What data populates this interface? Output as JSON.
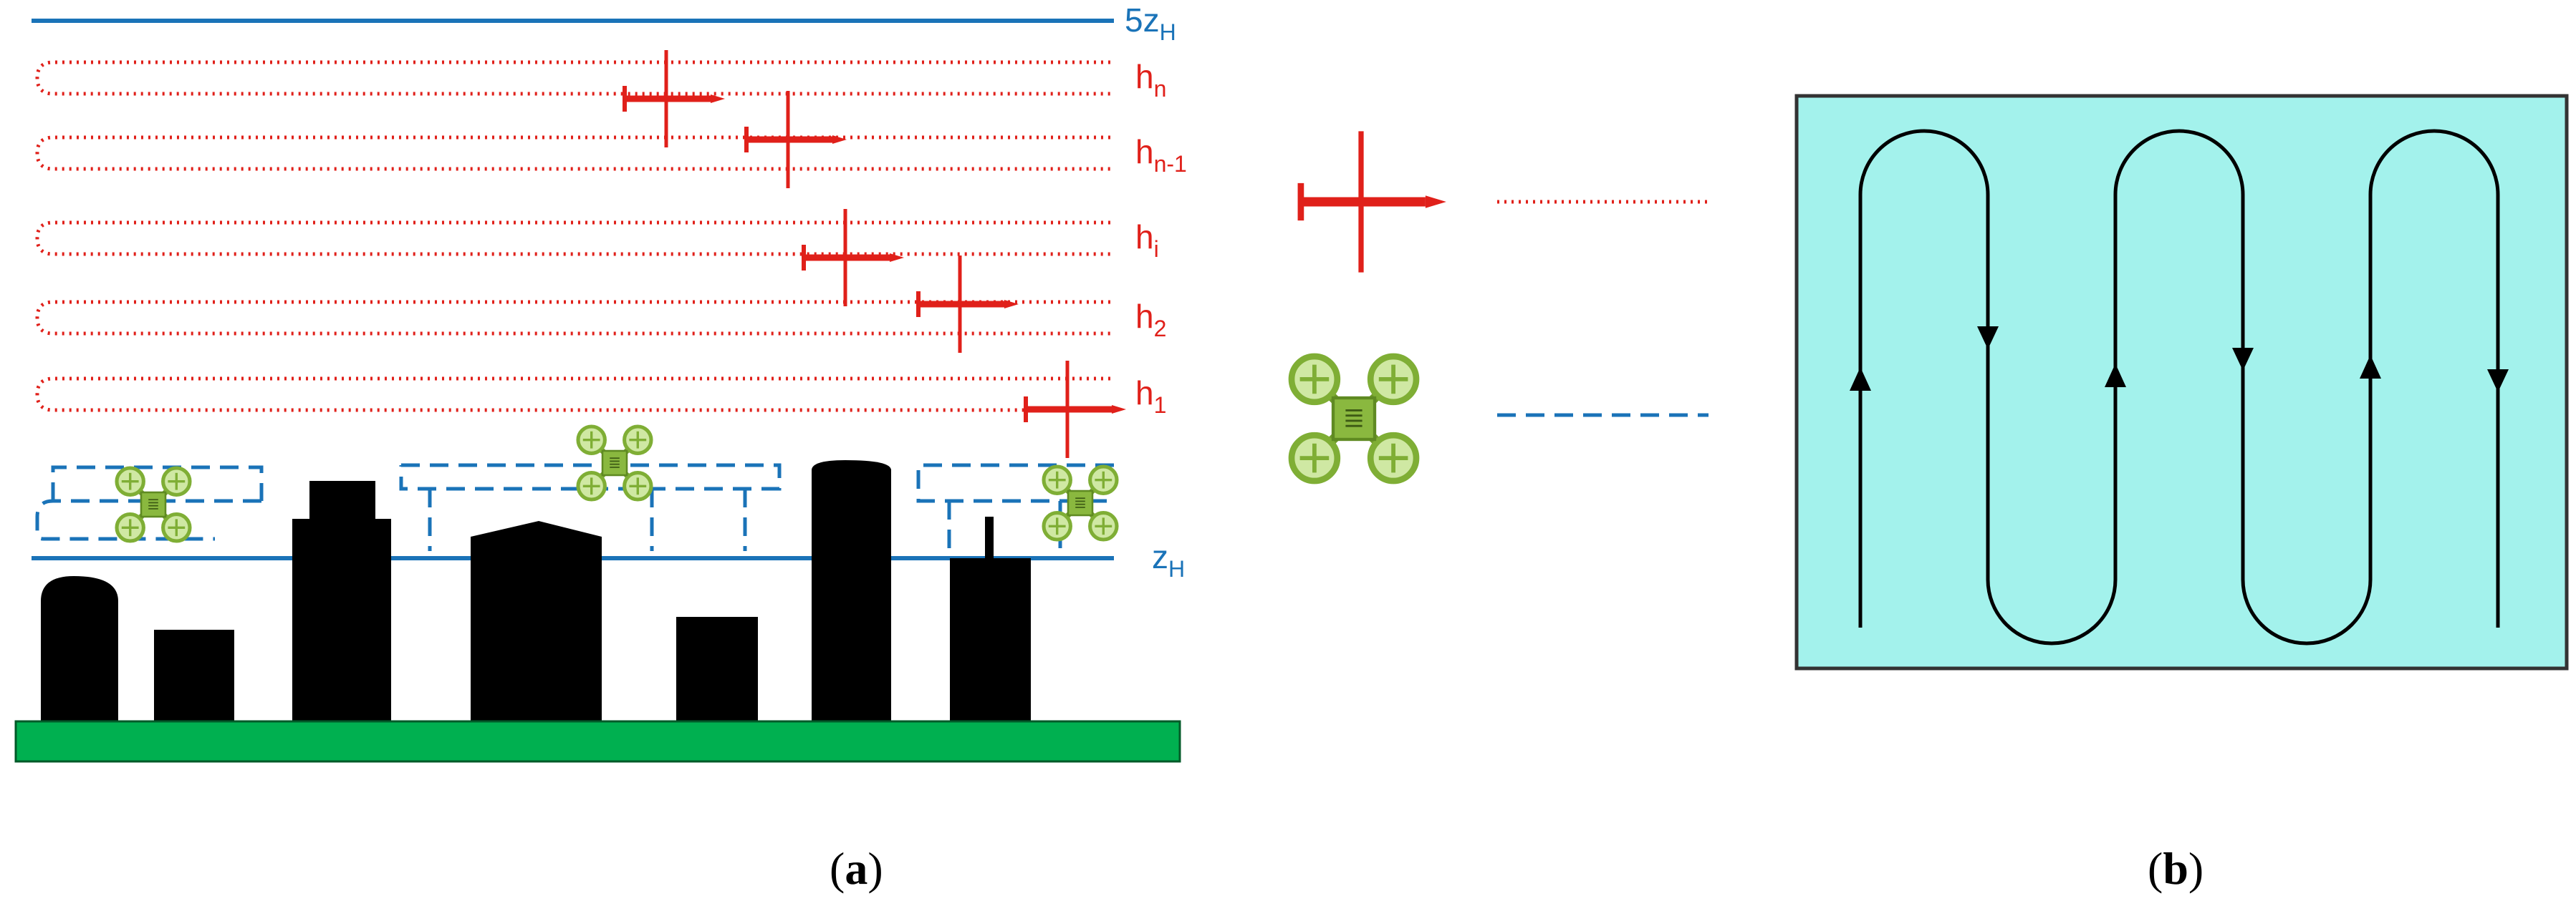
{
  "panel_a": {
    "label_open": "(",
    "label_letter": "a",
    "label_close": ")",
    "top_level": {
      "base": "5z",
      "sub": "H"
    },
    "bottom_level": {
      "base": "z",
      "sub": "H"
    },
    "flight_levels": [
      {
        "base": "h",
        "sub": "n"
      },
      {
        "base": "h",
        "sub": "n-1"
      },
      {
        "base": "h",
        "sub": "i"
      },
      {
        "base": "h",
        "sub": "2"
      },
      {
        "base": "h",
        "sub": "1"
      }
    ]
  },
  "panel_b": {
    "label_open": "(",
    "label_letter": "b",
    "label_close": ")"
  },
  "legend": [
    {
      "icon": "fixed-wing-aircraft-icon",
      "line_style": "dotted",
      "color": "#e0201a"
    },
    {
      "icon": "quadcopter-drone-icon",
      "line_style": "dashed",
      "color": "#1a73b8"
    }
  ],
  "colors": {
    "aircraft": "#e0201a",
    "drone_path": "#1a73b8",
    "building": "#000000",
    "ground": "#00b050",
    "drone_green": "#8ab83f",
    "field": "#a3f2ec"
  }
}
